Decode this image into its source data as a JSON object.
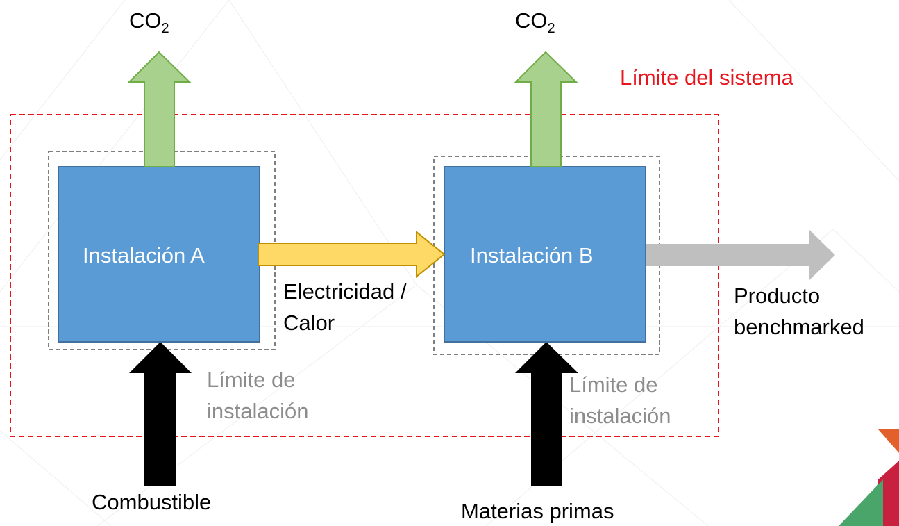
{
  "co2_left": {
    "main": "CO",
    "sub": "2"
  },
  "co2_right": {
    "main": "CO",
    "sub": "2"
  },
  "system_boundary_label": "Límite del sistema",
  "installation_a_label": "Instalación A",
  "installation_b_label": "Instalación B",
  "energy_flow_label": {
    "line1": "Electricidad /",
    "line2": "Calor"
  },
  "installation_boundary_a": {
    "line1": "Límite de",
    "line2": "instalación"
  },
  "installation_boundary_b": {
    "line1": "Límite de",
    "line2": "instalación"
  },
  "product_label": {
    "line1": "Producto",
    "line2": "benchmarked"
  },
  "fuel_label": "Combustible",
  "raw_materials_label": "Materias primas",
  "colors": {
    "box_fill": "#5b9bd5",
    "box_stroke": "#41719c",
    "co2_arrow": "#a9d18e",
    "energy_arrow": "#ffd966",
    "product_arrow": "#bfbfbf",
    "input_arrow": "#000000",
    "system_boundary": "#e8141e",
    "installation_boundary": "#7f7f7f",
    "logo_orange": "#e2602c",
    "logo_red": "#c8203f",
    "logo_green": "#4aa56b"
  }
}
